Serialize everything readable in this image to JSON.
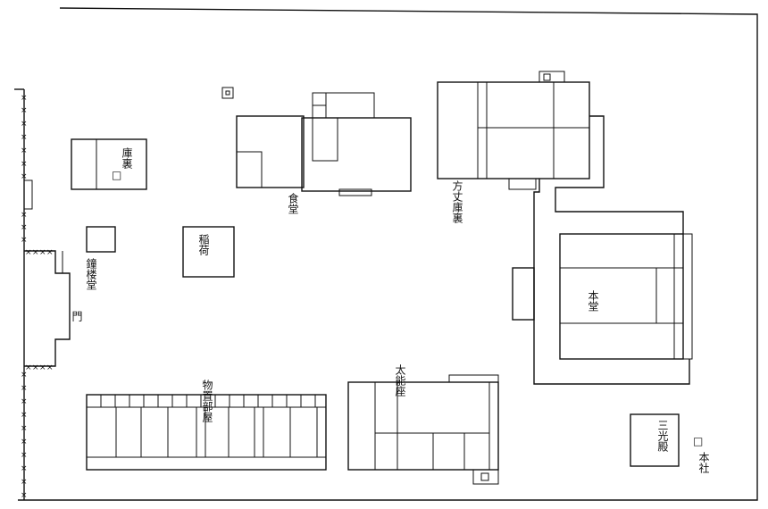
{
  "labels": {
    "kuri_left": "庫裏",
    "kuri_left_mark": "□",
    "shokudo": "食堂",
    "hojo_kuri": "方丈庫裏",
    "shoro": "鐘楼堂",
    "hondo": "本堂",
    "mon": "門",
    "monogaki": "物置部屋",
    "tainoza": "太能座",
    "sankodo": "三光殿",
    "honsha": "本社",
    "hondo_mark": "□"
  }
}
